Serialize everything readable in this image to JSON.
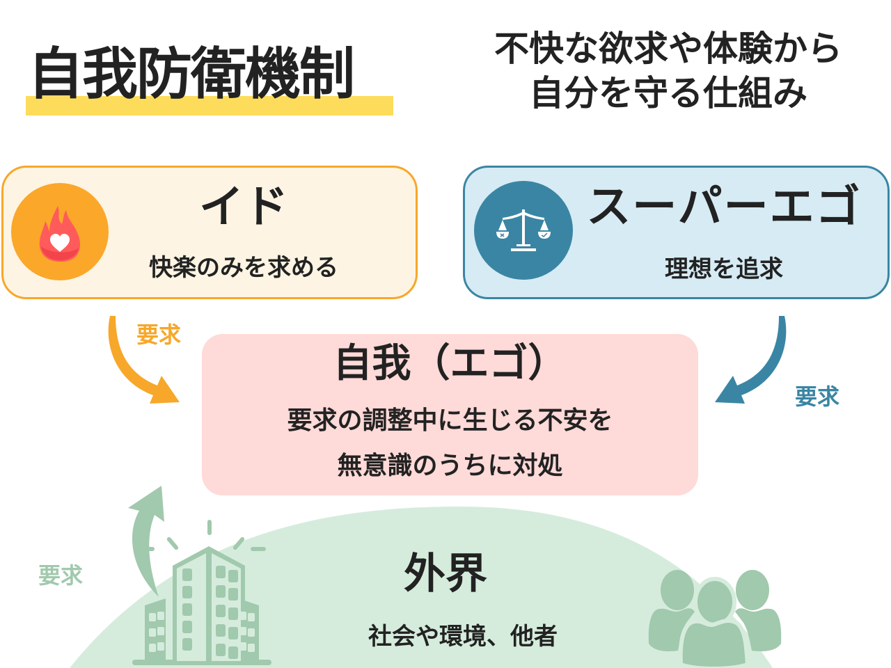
{
  "header": {
    "title": "自我防衛機制",
    "subtitle_lines": [
      "不快な欲求や体験から",
      "自分を守る仕組み"
    ]
  },
  "id_box": {
    "title": "イド",
    "description": "快楽のみを求める",
    "icon": "fire-heart-icon"
  },
  "superego_box": {
    "title": "スーパーエゴ",
    "description": "理想を追求",
    "icon": "scales-of-justice-icon"
  },
  "ego_box": {
    "title": "自我（エゴ）",
    "description_lines": [
      "要求の調整中に生じる不安を",
      "無意識のうちに対処"
    ]
  },
  "external_world": {
    "title": "外界",
    "description": "社会や環境、他者",
    "icons": [
      "office-building-icon",
      "people-group-icon"
    ]
  },
  "arrows": {
    "id_to_ego": {
      "label": "要求",
      "color": "#f7a72a"
    },
    "superego_to_ego": {
      "label": "要求",
      "color": "#3a85a4"
    },
    "external_to_ego": {
      "label": "要求",
      "color": "#a1c9ad"
    }
  },
  "colors": {
    "title_highlight": "#fddc5c",
    "id_fill": "#fdf4e3",
    "id_border": "#f7a72a",
    "superego_fill": "#d6ebf4",
    "superego_border": "#3a85a4",
    "ego_fill": "#fedad8",
    "external_fill": "#d5ecdd",
    "external_icon": "#a1c9ad"
  }
}
